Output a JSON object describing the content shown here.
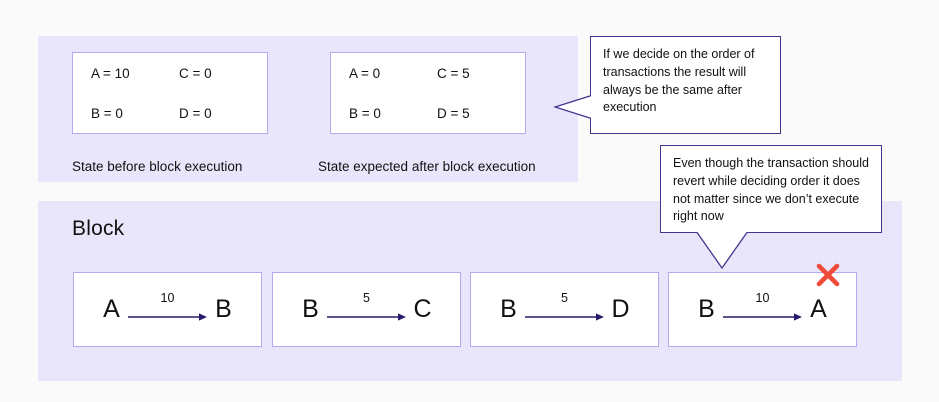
{
  "diagram": {
    "colors": {
      "panel_bg": "#e9e6fb",
      "box_border": "#b3aaf0",
      "callout_border": "#42358f",
      "arrow": "#2a1a6b",
      "error_mark": "#f04a3a",
      "text": "#111111",
      "page_bg": "#fafafa"
    },
    "top_panel": {
      "state_before": {
        "caption": "State before block execution",
        "entries": [
          "A = 10",
          "C = 0",
          "B = 0",
          "D = 0"
        ]
      },
      "state_after": {
        "caption": "State expected after block execution",
        "entries": [
          "A = 0",
          "C = 5",
          "B = 0",
          "D = 5"
        ]
      }
    },
    "block": {
      "title": "Block",
      "transactions": [
        {
          "from": "A",
          "amount": "10",
          "to": "B",
          "reverts": false
        },
        {
          "from": "B",
          "amount": "5",
          "to": "C",
          "reverts": false
        },
        {
          "from": "B",
          "amount": "5",
          "to": "D",
          "reverts": false
        },
        {
          "from": "B",
          "amount": "10",
          "to": "A",
          "reverts": true
        }
      ]
    },
    "callouts": [
      {
        "id": "order",
        "text": "If we decide on the order of transactions the result will always be the same after execution",
        "tail_direction": "left"
      },
      {
        "id": "revert",
        "text": "Even though the transaction should revert while deciding order it does not matter since we don’t execute right now",
        "tail_direction": "down"
      }
    ]
  }
}
